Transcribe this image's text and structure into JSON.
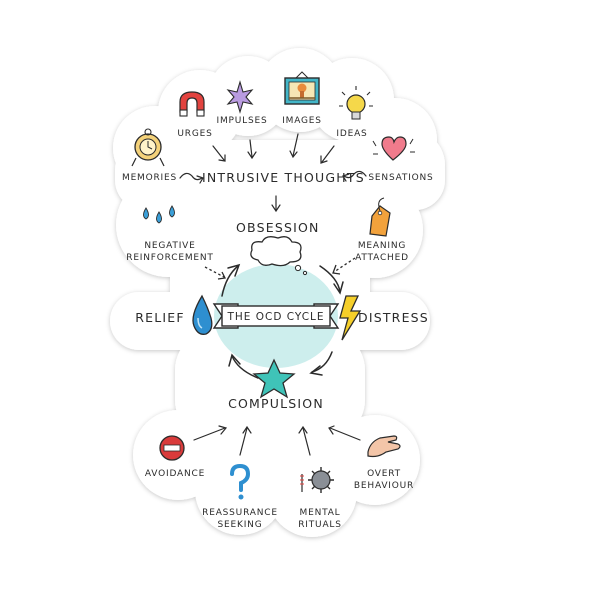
{
  "diagram": {
    "center_label": "THE OCD CYCLE",
    "top": {
      "heading": "INTRUSIVE THOUGHTS",
      "sources": {
        "memories": "MEMORIES",
        "urges": "URGES",
        "impulses": "IMPULSES",
        "images": "IMAGES",
        "ideas": "IDEAS",
        "sensations": "SENSATIONS"
      }
    },
    "cycle": {
      "obsession": "OBSESSION",
      "distress": "DISTRESS",
      "compulsion": "COMPULSION",
      "relief": "RELIEF"
    },
    "side_notes": {
      "negative_reinforcement": [
        "NEGATIVE",
        "REINFORCEMENT"
      ],
      "meaning_attached": [
        "MEANING",
        "ATTACHED"
      ]
    },
    "compulsion_types": {
      "avoidance": [
        "AVOIDANCE"
      ],
      "reassurance_seeking": [
        "REASSURANCE",
        "SEEKING"
      ],
      "mental_rituals": [
        "MENTAL",
        "RITUALS"
      ],
      "overt_behaviour": [
        "OVERT",
        "BEHAVIOUR"
      ]
    }
  },
  "colors": {
    "ink": "#2b2b2b",
    "aqua_fill": "#cdeeed",
    "star_teal": "#3fc3b8",
    "drop_blue": "#2e8fd0",
    "bolt_yellow": "#f5cf2a",
    "heart_pink": "#f07b8c",
    "tag_orange": "#f2a23c",
    "magnet_red": "#e2433f",
    "stop_red": "#d93b3b",
    "star_purple": "#b99be0"
  }
}
